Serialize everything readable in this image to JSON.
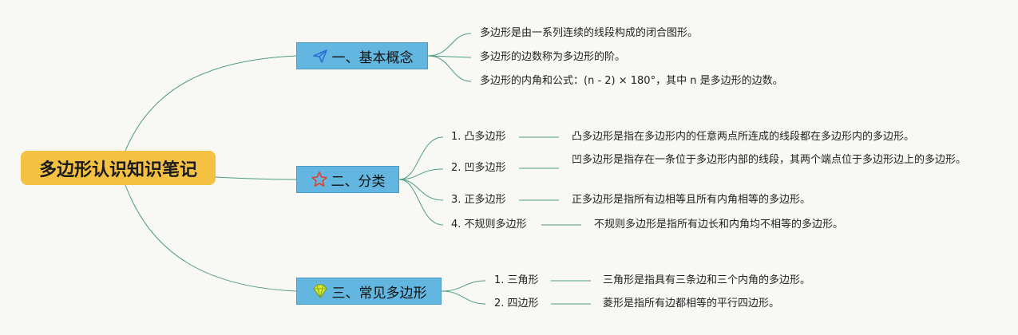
{
  "root": {
    "title": "多边形认识知识笔记"
  },
  "branches": [
    {
      "label": "一、基本概念",
      "icon": "paper-plane-icon",
      "items": [
        "多边形是由一系列连续的线段构成的闭合图形。",
        "多边形的边数称为多边形的阶。",
        "多边形的内角和公式：(n - 2) × 180°，其中 n 是多边形的边数。"
      ]
    },
    {
      "label": "二、分类",
      "icon": "star-icon",
      "subs": [
        {
          "label": "1. 凸多边形",
          "detail": "凸多边形是指在多边形内的任意两点所连成的线段都在多边形内的多边形。"
        },
        {
          "label": "2. 凹多边形",
          "detail": "凹多边形是指存在一条位于多边形内部的线段，其两个端点位于多边形边上的多边形。"
        },
        {
          "label": "3. 正多边形",
          "detail": "正多边形是指所有边相等且所有内角相等的多边形。"
        },
        {
          "label": "4. 不规则多边形",
          "detail": "不规则多边形是指所有边长和内角均不相等的多边形。"
        }
      ]
    },
    {
      "label": "三、常见多边形",
      "icon": "diamond-icon",
      "subs": [
        {
          "label": "1. 三角形",
          "detail": "三角形是指具有三条边和三个内角的多边形。"
        },
        {
          "label": "2. 四边形",
          "detail": "菱形是指所有边都相等的平行四边形。"
        }
      ]
    }
  ],
  "colors": {
    "root_fill": "#f5c142",
    "branch_fill": "#62b6df",
    "line": "#4d9c86"
  }
}
